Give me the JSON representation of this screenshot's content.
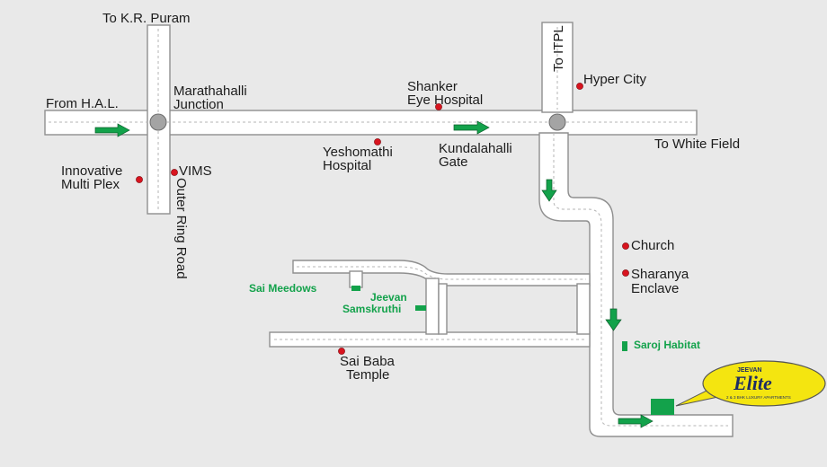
{
  "labels": {
    "to_kr_puram": "To K.R. Puram",
    "from_hal": "From H.A.L.",
    "marathahalli_1": "Marathahalli",
    "marathahalli_2": "Junction",
    "innovative_1": "Innovative",
    "innovative_2": "Multi Plex",
    "vims": "VIMS",
    "outer_ring_road": "Outer Ring Road",
    "shanker_1": "Shanker",
    "shanker_2": "Eye Hospital",
    "yeshomathi_1": "Yeshomathi",
    "yeshomathi_2": "Hospital",
    "kundalahalli_1": "Kundalahalli",
    "kundalahalli_2": "Gate",
    "to_itpl": "To ITPL",
    "hyper_city": "Hyper City",
    "to_white_field": "To White Field",
    "church": "Church",
    "sharanya_1": "Sharanya",
    "sharanya_2": "Enclave",
    "sai_baba_1": "Sai Baba",
    "sai_baba_2": "Temple"
  },
  "projects": {
    "sai_meedows": "Sai Meedows",
    "jeevan_samskruthi_1": "Jeevan",
    "jeevan_samskruthi_2": "Samskruthi",
    "saroj_habitat": "Saroj Habitat"
  },
  "logo": {
    "top": "JEEVAN",
    "main": "Elite",
    "tagline": "2 & 3 BHK LUXURY APARTMENTS"
  },
  "colors": {
    "road_fill": "#ffffff",
    "road_edge": "#8f8f8f",
    "landmark_pin": "#d8141f",
    "project_green": "#13a24b",
    "callout_yellow": "#f4e510"
  }
}
